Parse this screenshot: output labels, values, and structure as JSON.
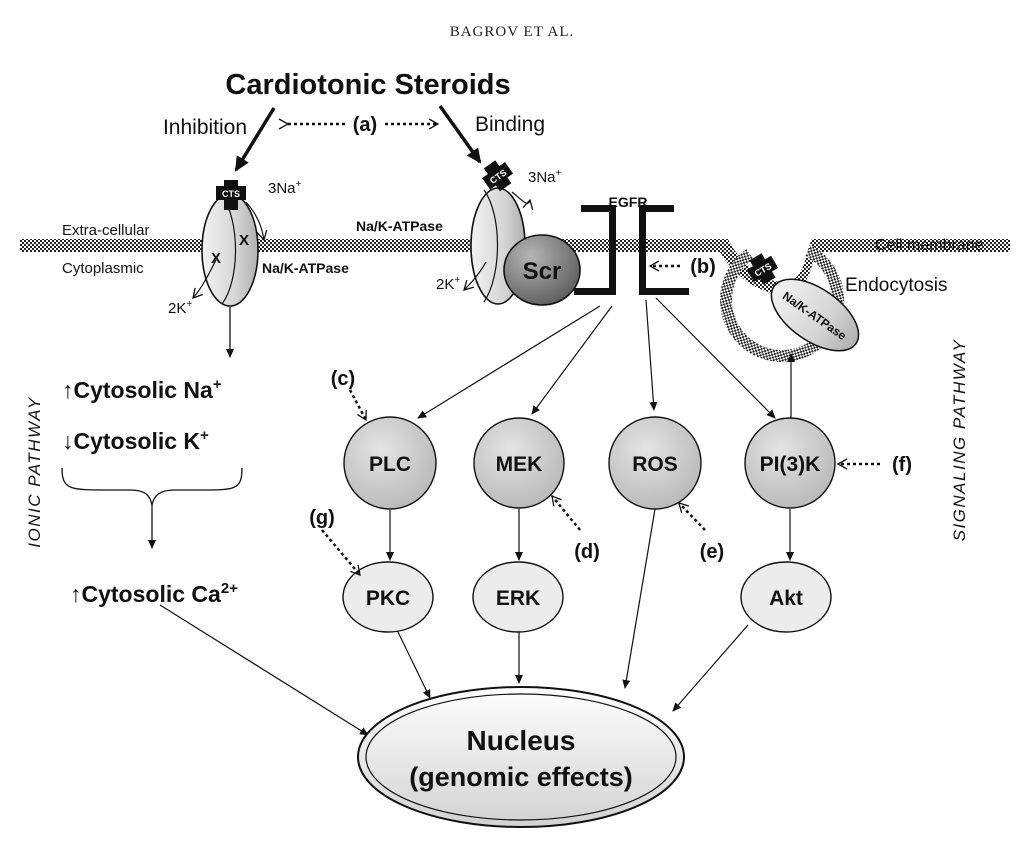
{
  "running_header": "BAGROV ET AL.",
  "title": "Cardiotonic Steroids",
  "branches": {
    "inhibition": "Inhibition",
    "binding": "Binding"
  },
  "letters": {
    "a": "(a)",
    "b": "(b)",
    "c": "(c)",
    "d": "(d)",
    "e": "(e)",
    "f": "(f)",
    "g": "(g)"
  },
  "membrane": {
    "extracellular": "Extra-cellular",
    "cytoplasmic": "Cytoplasmic",
    "cell_membrane": "Cell membrane",
    "endocytosis": "Endocytosis"
  },
  "pump": {
    "label": "Na/K-ATPase",
    "cts": "CTS",
    "na": "3Na",
    "k": "2K",
    "plus": "+",
    "x": "X"
  },
  "scr": "Scr",
  "egfr": "EGFR",
  "ionic": {
    "side_label": "IONIC PATHWAY",
    "na": "Cytosolic Na",
    "na_sup": "+",
    "k": "Cytosolic K",
    "k_sup": "+",
    "ca": "Cytosolic Ca",
    "ca_sup": "2+",
    "up": "↑",
    "down": "↓"
  },
  "signaling_side_label": "SIGNALING PATHWAY",
  "nodes": {
    "plc": "PLC",
    "mek": "MEK",
    "ros": "ROS",
    "pi3k": "PI(3)K",
    "pkc": "PKC",
    "erk": "ERK",
    "akt": "Akt"
  },
  "nucleus": {
    "line1": "Nucleus",
    "line2": "(genomic effects)"
  },
  "colors": {
    "node_dark": "#c8c8c8",
    "node_light": "#ececec",
    "scr": "#8a8a8a",
    "line": "#111111"
  }
}
